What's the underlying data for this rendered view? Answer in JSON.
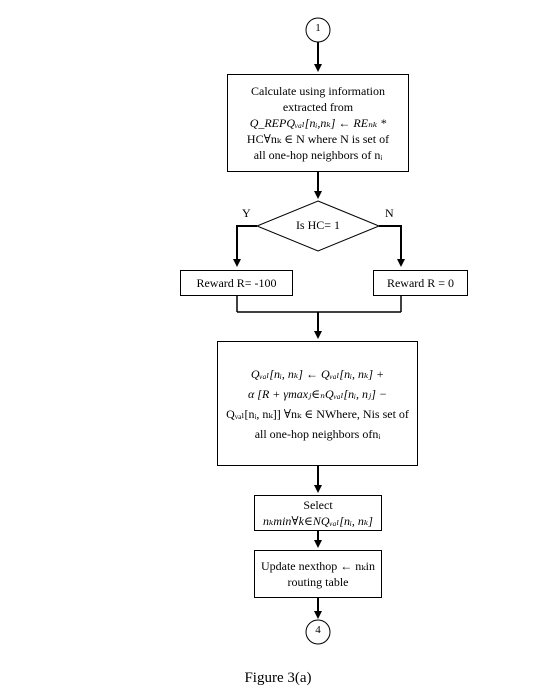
{
  "start_connector": "1",
  "end_connector": "4",
  "step1": {
    "lines": [
      "Calculate using information",
      "extracted from",
      "Q_REPQᵥₐₗ[nᵢ,nₖ] ← REₙₖ *",
      "HC∀nₖ ∈ N where N is set of",
      "all one-hop neighbors of nᵢ"
    ]
  },
  "decision": {
    "question": "Is HC= 1",
    "yes_label": "Y",
    "no_label": "N"
  },
  "reward_yes": "Reward R= -100",
  "reward_no": "Reward R = 0",
  "update_q": {
    "lines": [
      "Qᵥₐₗ[nᵢ, nₖ] ← Qᵥₐₗ[nᵢ, nₖ] +",
      "α [R + γmaxⱼ∈ₙQᵥₐₗ[nᵢ, nⱼ] −",
      "Qᵥₐₗ[nᵢ, nₖ]] ∀nₖ ∈ NWhere, Nis set of",
      "all one-hop neighbors ofnᵢ"
    ]
  },
  "select": {
    "lines": [
      "Select",
      "nₖmin∀k∈NQᵥₐₗ[nᵢ, nₖ]"
    ]
  },
  "update_hop": {
    "lines": [
      "Update nexthop ← nₖin",
      "routing table"
    ]
  },
  "caption": "Figure 3(a)"
}
